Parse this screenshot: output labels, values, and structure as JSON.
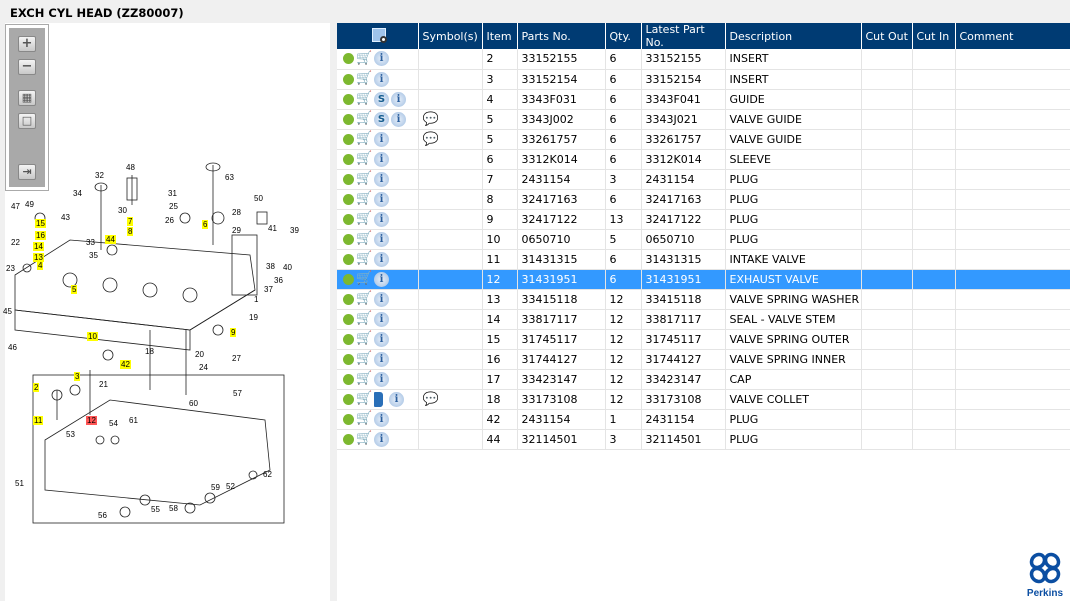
{
  "title": "EXCH CYL HEAD (ZZ80007)",
  "toolbar": {
    "zoom_in": "+",
    "zoom_out": "−",
    "fit": "▦",
    "actual": "□",
    "export": "⇥"
  },
  "diagram": {
    "callouts": [
      "15",
      "16",
      "14",
      "13",
      "4",
      "7",
      "8",
      "44",
      "6",
      "5",
      "10",
      "42",
      "9",
      "2",
      "3",
      "11",
      "12",
      "48",
      "32",
      "31",
      "63",
      "34",
      "50",
      "47",
      "49",
      "43",
      "30",
      "25",
      "26",
      "28",
      "29",
      "41",
      "39",
      "22",
      "33",
      "35",
      "23",
      "37",
      "38",
      "40",
      "36",
      "1",
      "19",
      "45",
      "46",
      "20",
      "27",
      "24",
      "18",
      "21",
      "57",
      "60",
      "61",
      "54",
      "53",
      "51",
      "52",
      "62",
      "59",
      "58",
      "55",
      "56"
    ]
  },
  "table": {
    "headers": [
      "",
      "Symbol(s)",
      "Item",
      "Parts No.",
      "Qty.",
      "Latest Part No.",
      "Description",
      "Cut Out",
      "Cut In",
      "Comment"
    ],
    "rows": [
      {
        "icons": [
          "gear",
          "cart",
          "info"
        ],
        "symbol": "",
        "item": "2",
        "part": "33152155",
        "qty": "6",
        "latest": "33152155",
        "desc": "INSERT"
      },
      {
        "icons": [
          "gear",
          "cart",
          "info"
        ],
        "symbol": "",
        "item": "3",
        "part": "33152154",
        "qty": "6",
        "latest": "33152154",
        "desc": "INSERT"
      },
      {
        "icons": [
          "gear",
          "cart",
          "s",
          "info"
        ],
        "symbol": "",
        "item": "4",
        "part": "3343F031",
        "qty": "6",
        "latest": "3343F041",
        "desc": "GUIDE"
      },
      {
        "icons": [
          "gear",
          "cart",
          "s",
          "info"
        ],
        "symbol": "💬",
        "item": "5",
        "part": "3343J002",
        "qty": "6",
        "latest": "3343J021",
        "desc": "VALVE GUIDE"
      },
      {
        "icons": [
          "gear",
          "cart",
          "info"
        ],
        "symbol": "💬",
        "item": "5",
        "part": "33261757",
        "qty": "6",
        "latest": "33261757",
        "desc": "VALVE GUIDE"
      },
      {
        "icons": [
          "gear",
          "cart",
          "info"
        ],
        "symbol": "",
        "item": "6",
        "part": "3312K014",
        "qty": "6",
        "latest": "3312K014",
        "desc": "SLEEVE"
      },
      {
        "icons": [
          "gear",
          "cart",
          "info"
        ],
        "symbol": "",
        "item": "7",
        "part": "2431154",
        "qty": "3",
        "latest": "2431154",
        "desc": "PLUG"
      },
      {
        "icons": [
          "gear",
          "cart",
          "info"
        ],
        "symbol": "",
        "item": "8",
        "part": "32417163",
        "qty": "6",
        "latest": "32417163",
        "desc": "PLUG"
      },
      {
        "icons": [
          "gear",
          "cart",
          "info"
        ],
        "symbol": "",
        "item": "9",
        "part": "32417122",
        "qty": "13",
        "latest": "32417122",
        "desc": "PLUG"
      },
      {
        "icons": [
          "gear",
          "cart",
          "info"
        ],
        "symbol": "",
        "item": "10",
        "part": "0650710",
        "qty": "5",
        "latest": "0650710",
        "desc": "PLUG"
      },
      {
        "icons": [
          "gear",
          "cart",
          "info"
        ],
        "symbol": "",
        "item": "11",
        "part": "31431315",
        "qty": "6",
        "latest": "31431315",
        "desc": "INTAKE VALVE"
      },
      {
        "icons": [
          "gear",
          "cart",
          "info"
        ],
        "symbol": "",
        "item": "12",
        "part": "31431951",
        "qty": "6",
        "latest": "31431951",
        "desc": "EXHAUST VALVE",
        "selected": true
      },
      {
        "icons": [
          "gear",
          "cart",
          "info"
        ],
        "symbol": "",
        "item": "13",
        "part": "33415118",
        "qty": "12",
        "latest": "33415118",
        "desc": "VALVE SPRING WASHER"
      },
      {
        "icons": [
          "gear",
          "cart",
          "info"
        ],
        "symbol": "",
        "item": "14",
        "part": "33817117",
        "qty": "12",
        "latest": "33817117",
        "desc": "SEAL - VALVE STEM"
      },
      {
        "icons": [
          "gear",
          "cart",
          "info"
        ],
        "symbol": "",
        "item": "15",
        "part": "31745117",
        "qty": "12",
        "latest": "31745117",
        "desc": "VALVE SPRING OUTER"
      },
      {
        "icons": [
          "gear",
          "cart",
          "info"
        ],
        "symbol": "",
        "item": "16",
        "part": "31744127",
        "qty": "12",
        "latest": "31744127",
        "desc": "VALVE SPRING INNER"
      },
      {
        "icons": [
          "gear",
          "cart",
          "info"
        ],
        "symbol": "",
        "item": "17",
        "part": "33423147",
        "qty": "12",
        "latest": "33423147",
        "desc": "CAP"
      },
      {
        "icons": [
          "gear",
          "cart",
          "book",
          "info"
        ],
        "symbol": "💬",
        "item": "18",
        "part": "33173108",
        "qty": "12",
        "latest": "33173108",
        "desc": "VALVE COLLET"
      },
      {
        "icons": [
          "gear",
          "cart",
          "info"
        ],
        "symbol": "",
        "item": "42",
        "part": "2431154",
        "qty": "1",
        "latest": "2431154",
        "desc": "PLUG"
      },
      {
        "icons": [
          "gear",
          "cart",
          "info"
        ],
        "symbol": "",
        "item": "44",
        "part": "32114501",
        "qty": "3",
        "latest": "32114501",
        "desc": "PLUG"
      }
    ]
  },
  "logo": {
    "text": "Perkins"
  },
  "colors": {
    "header": "#003b73",
    "selected": "#3399ff",
    "highlight": "#ffff00"
  }
}
